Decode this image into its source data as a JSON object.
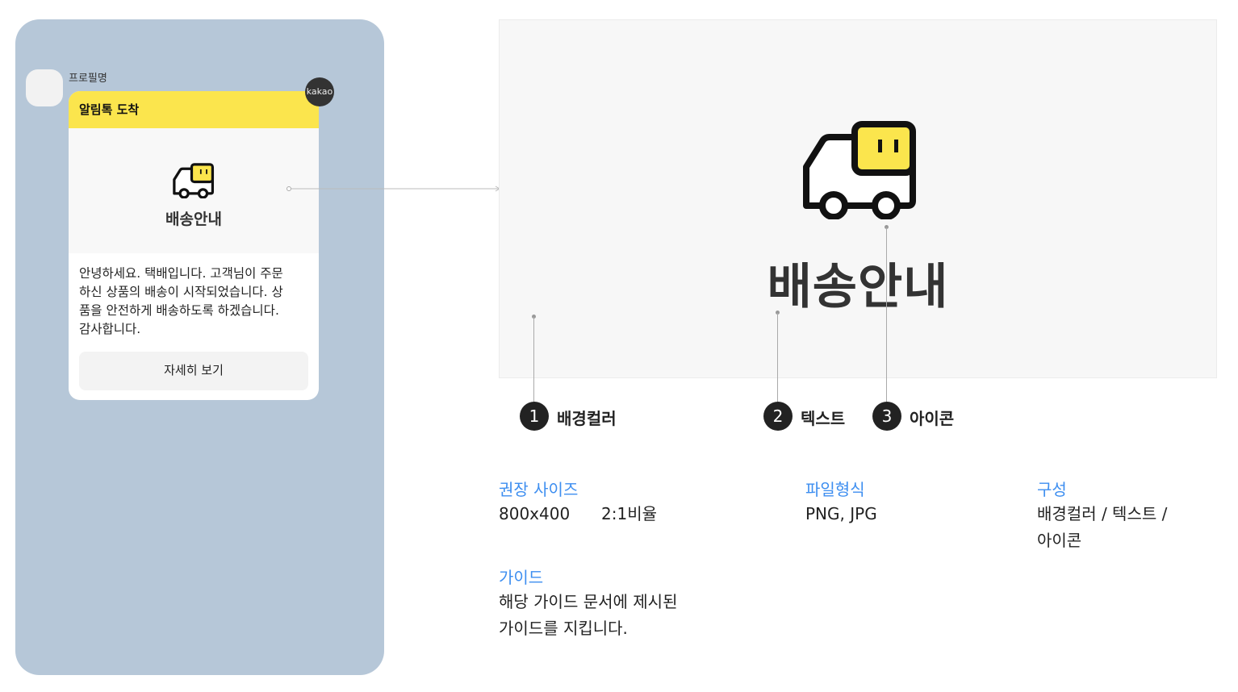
{
  "chat": {
    "profile_name": "프로필명",
    "badge": "kakao",
    "card": {
      "header": "알림톡 도착",
      "image_title": "배송안내",
      "body_lines": [
        "안녕하세요. 택배입니다. 고객님이 주문",
        "하신 상품의 배송이 시작되었습니다. 상",
        "품을 안전하게 배송하도록 하겠습니다.",
        "감사합니다."
      ],
      "button": "자세히 보기"
    }
  },
  "preview": {
    "title": "배송안내",
    "icon": "delivery-truck-icon",
    "accent": "#fbe54d"
  },
  "callouts": [
    {
      "num": "1",
      "label": "배경컬러"
    },
    {
      "num": "2",
      "label": "텍스트"
    },
    {
      "num": "3",
      "label": "아이콘"
    }
  ],
  "specs": {
    "size": {
      "heading": "권장 사이즈",
      "value": "800x400",
      "ratio": "2:1비율"
    },
    "format": {
      "heading": "파일형식",
      "value": "PNG, JPG"
    },
    "composition": {
      "heading": "구성",
      "lines": [
        "배경컬러 / 텍스트 /",
        "아이콘"
      ]
    },
    "guide": {
      "heading": "가이드",
      "lines": [
        "해당 가이드 문서에 제시된",
        "가이드를 지킵니다."
      ]
    }
  }
}
